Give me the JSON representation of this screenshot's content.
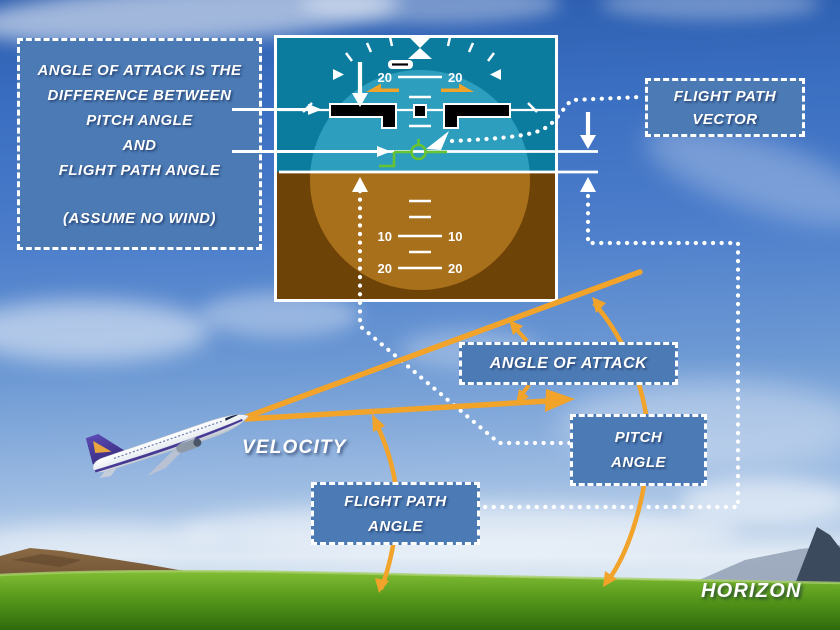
{
  "explanation_box": {
    "lines": [
      "ANGLE OF ATTACK IS THE",
      "DIFFERENCE BETWEEN",
      "PITCH ANGLE",
      "AND",
      "FLIGHT PATH ANGLE",
      "(ASSUME NO WIND)"
    ]
  },
  "callouts": {
    "flight_path_vector": {
      "line1": "FLIGHT PATH",
      "line2": "VECTOR"
    },
    "angle_of_attack": {
      "line1": "ANGLE OF ATTACK"
    },
    "pitch_angle": {
      "line1": "PITCH",
      "line2": "ANGLE"
    },
    "flight_path_angle": {
      "line1": "FLIGHT PATH",
      "line2": "ANGLE"
    }
  },
  "scene_labels": {
    "velocity": "VELOCITY",
    "horizon": "HORIZON"
  },
  "adi": {
    "pitch_scale": {
      "sky_20_left": "20",
      "sky_20_right": "20",
      "ground_10_left": "10",
      "ground_10_right": "10",
      "ground_20_left": "20",
      "ground_20_right": "20"
    }
  },
  "colors": {
    "accent_orange": "#F2A32A",
    "callout_blue": "#4B7AB4",
    "adi_sky": "#0B7C9E",
    "adi_sky_light": "#2D9EBE",
    "adi_ground": "#6E4307",
    "adi_ground_light": "#A9701C",
    "fpv_green": "#66C430",
    "grass_green": "#57991B",
    "text_white": "#FFFFFF"
  }
}
